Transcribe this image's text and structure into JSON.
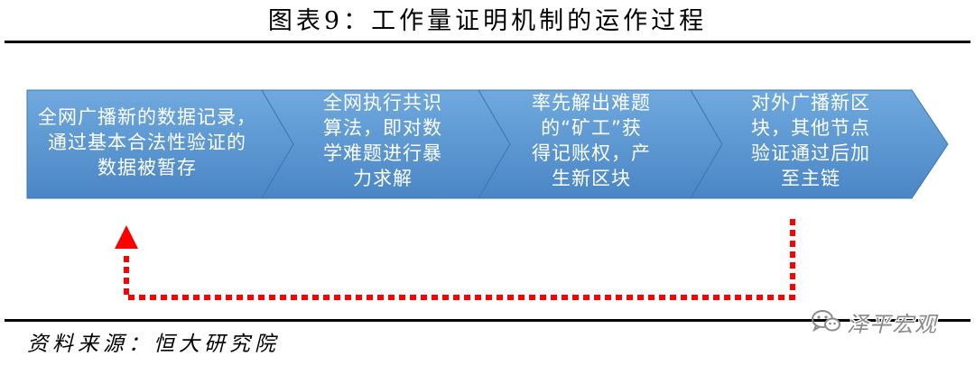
{
  "figure": {
    "title": "图表9：工作量证明机制的运作过程",
    "source": "资料来源：恒大研究院"
  },
  "steps": [
    {
      "lines": [
        "全网广播新的数据记录，",
        "通过基本合法性验证的",
        "数据被暂存"
      ]
    },
    {
      "lines": [
        "全网执行共识",
        "算法，即对数",
        "学难题进行暴",
        "力求解"
      ]
    },
    {
      "lines": [
        "率先解出难题",
        "的“矿工”获",
        "得记账权，产",
        "生新区块"
      ]
    },
    {
      "lines": [
        "对外广播新区",
        "块，其他节点",
        "验证通过后加",
        "至主链"
      ]
    }
  ],
  "watermark": {
    "text": "泽平宏观",
    "icon": "wechat-icon"
  },
  "colors": {
    "chevron_top": "#6fa9de",
    "chevron_bottom": "#4a86c5",
    "feedback_arrow": "#ff0000",
    "rule": "#000000",
    "step_text": "#ffffff"
  }
}
